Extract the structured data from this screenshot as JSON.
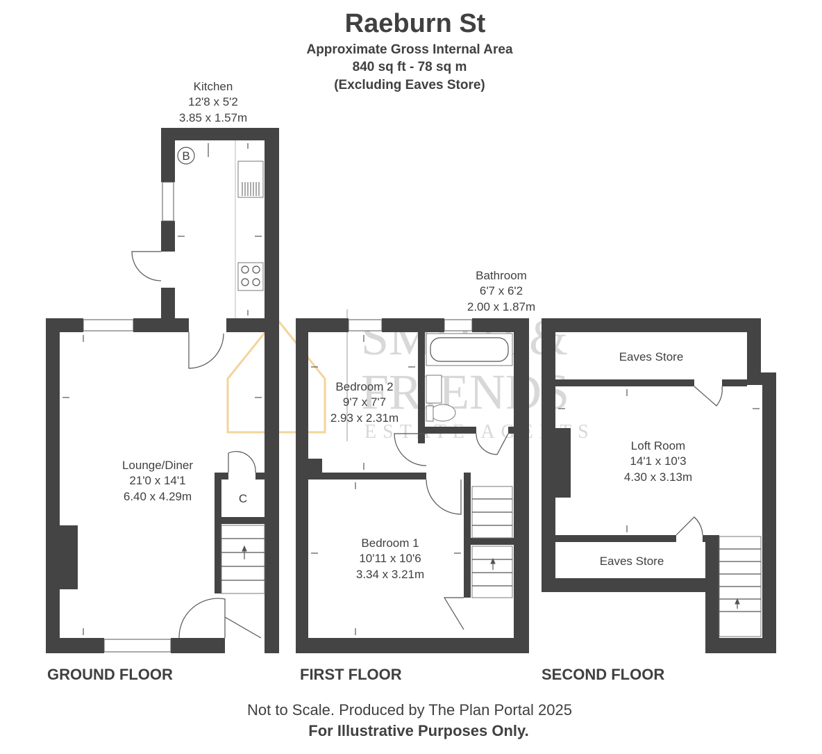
{
  "header": {
    "title": "Raeburn St",
    "line1": "Approximate Gross Internal Area",
    "line2": "840 sq ft - 78 sq m",
    "line3": "(Excluding Eaves Store)"
  },
  "rooms": {
    "kitchen": {
      "name": "Kitchen",
      "imperial": "12'8 x 5'2",
      "metric": "3.85 x 1.57m"
    },
    "lounge": {
      "name": "Lounge/Diner",
      "imperial": "21'0 x 14'1",
      "metric": "6.40 x 4.29m"
    },
    "cupboard": {
      "label": "C"
    },
    "boiler": {
      "label": "B"
    },
    "bathroom": {
      "name": "Bathroom",
      "imperial": "6'7 x 6'2",
      "metric": "2.00 x 1.87m"
    },
    "bedroom2": {
      "name": "Bedroom 2",
      "imperial": "9'7 x 7'7",
      "metric": "2.93 x 2.31m"
    },
    "bedroom1": {
      "name": "Bedroom 1",
      "imperial": "10'11 x 10'6",
      "metric": "3.34 x 3.21m"
    },
    "loft": {
      "name": "Loft Room",
      "imperial": "14'1 x 10'3",
      "metric": "4.30 x 3.13m"
    },
    "eaves_top": {
      "name": "Eaves Store"
    },
    "eaves_bottom": {
      "name": "Eaves Store"
    }
  },
  "floors": {
    "ground": "GROUND FLOOR",
    "first": "FIRST FLOOR",
    "second": "SECOND FLOOR"
  },
  "footer": {
    "line1": "Not to Scale. Produced by The Plan Portal 2025",
    "line2": "For Illustrative Purposes Only."
  },
  "watermark": {
    "line1": "SMITH &",
    "line2": "FRIENDS",
    "line3": "ESTATE AGENTS"
  },
  "colors": {
    "wall": "#444444",
    "text": "#404040",
    "watermark_accent": "#f0c070"
  }
}
